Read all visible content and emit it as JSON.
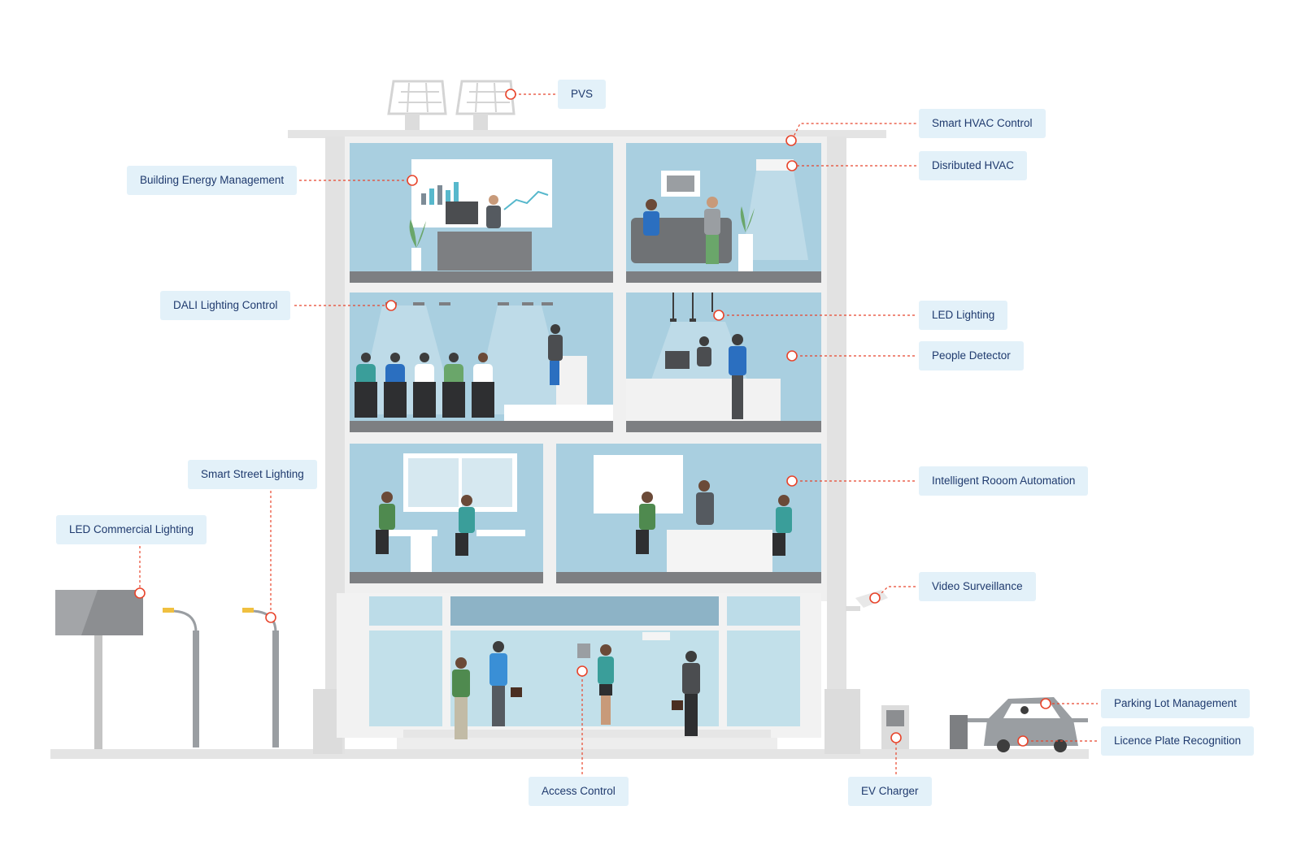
{
  "labels": {
    "pvs": "PVS",
    "smart_hvac": "Smart HVAC Control",
    "distributed_hvac": "Disributed HVAC",
    "building_energy": "Building Energy Management",
    "dali": "DALI Lighting Control",
    "led_lighting": "LED Lighting",
    "people_detector": "People Detector",
    "room_automation": "Intelligent Rooom Automation",
    "smart_street": "Smart Street Lighting",
    "led_commercial": "LED Commercial Lighting",
    "video_surveillance": "Video Surveillance",
    "parking_lot": "Parking Lot Management",
    "licence_plate": "Licence Plate Recognition",
    "access_control": "Access Control",
    "ev_charger": "EV Charger"
  },
  "colors": {
    "wall": "#e6e6e6",
    "room": "#a9cfe0",
    "floor": "#7d7f82",
    "accent": "#e8452c",
    "label_bg": "#e3f1f9",
    "label_text": "#1f3a6e"
  }
}
